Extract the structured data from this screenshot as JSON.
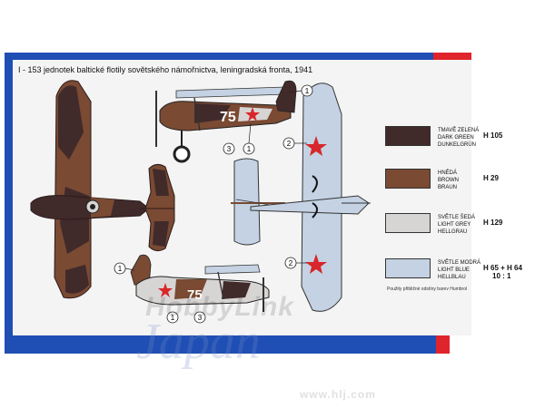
{
  "caption": "I - 153 jednotek baltické flotily sovětského námořnictva, leningradská fronta, 1941",
  "colors": {
    "dark_green": "#412a2a",
    "brown": "#7a4a33",
    "light_grey": "#d7d4d4",
    "light_blue": "#c4d2e3",
    "star_red": "#d8262a",
    "frame_blue": "#1f4fb4",
    "frame_red": "#e0242b"
  },
  "aircraft": {
    "top_side_number": "75",
    "bottom_side_number": "75",
    "callouts": [
      "1",
      "2",
      "3"
    ]
  },
  "legend": [
    {
      "names": [
        "TMAVĚ ZELENÁ",
        "DARK GREEN",
        "DUNKELGRÜN"
      ],
      "code": "H 105",
      "color": "#412a2a"
    },
    {
      "names": [
        "HNĚDÁ",
        "BROWN",
        "BRAUN"
      ],
      "code": "H 29",
      "color": "#7a4a33"
    },
    {
      "names": [
        "SVĚTLE ŠEDÁ",
        "LIGHT GREY",
        "HELLGRAU"
      ],
      "code": "H 129",
      "color": "#d7d4d4"
    },
    {
      "names": [
        "SVĚTLE MODRÁ",
        "LIGHT BLUE",
        "HELLBLAU"
      ],
      "code": "H 65 + H 64",
      "ratio": "10 : 1",
      "color": "#c4d2e3"
    }
  ],
  "legend_note": "Použity přibližné odstíny barev Humbrol",
  "watermark": {
    "brand": "HobbyLink",
    "country": "Japan",
    "url": "www.hlj.com"
  }
}
